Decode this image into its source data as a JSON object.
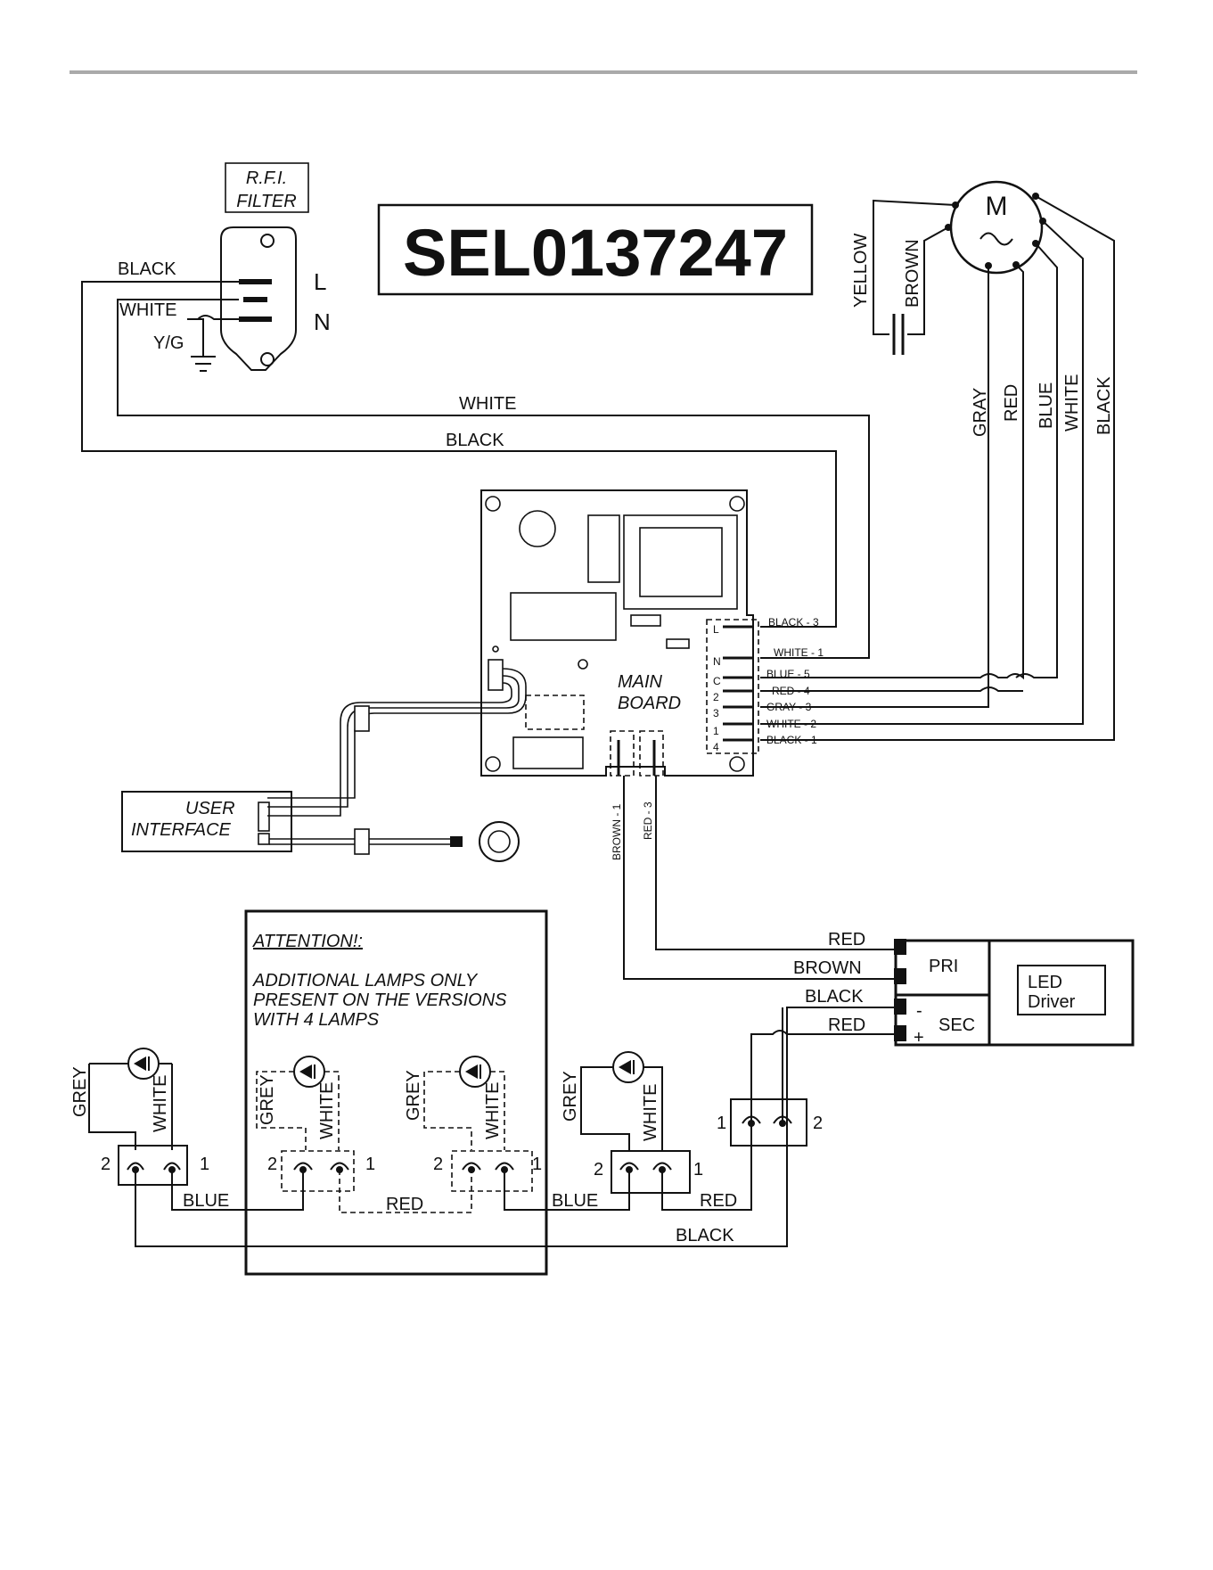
{
  "model_code": "SEL0137247",
  "rfi_filter": {
    "title_line1": "R.F.I.",
    "title_line2": "FILTER",
    "terminal_l": "L",
    "terminal_n": "N"
  },
  "filter_wires": {
    "black": "BLACK",
    "white": "WHITE",
    "yg": "Y/G"
  },
  "main_wires": {
    "white": "WHITE",
    "black": "BLACK"
  },
  "motor": {
    "symbol": "M",
    "cap_labels": [
      "YELLOW",
      "BROWN"
    ],
    "lead_labels": [
      "GRAY",
      "RED",
      "BLUE",
      "WHITE",
      "BLACK"
    ]
  },
  "main_board": {
    "label_line1": "MAIN",
    "label_line2": "BOARD",
    "pin_marks": [
      "L",
      "N",
      "C",
      "2",
      "3",
      "1",
      "4"
    ],
    "connectors": [
      "BLACK - 3",
      "WHITE - 1",
      "BLUE - 5",
      "RED - 4",
      "GRAY - 3",
      "WHITE - 2",
      "BLACK - 1"
    ],
    "bottom_connectors": [
      "BROWN - 1",
      "RED - 3"
    ]
  },
  "user_interface": {
    "line1": "USER",
    "line2": "INTERFACE"
  },
  "led_driver": {
    "pri": "PRI",
    "sec": "SEC",
    "title_line1": "LED",
    "title_line2": "Driver",
    "minus": "-",
    "plus": "+",
    "inputs": [
      "RED",
      "BROWN"
    ],
    "outputs": [
      "BLACK",
      "RED"
    ]
  },
  "attention": {
    "title": "ATTENTION!:",
    "line1": "ADDITIONAL LAMPS ONLY",
    "line2": "PRESENT ON THE VERSIONS",
    "line3": "WITH 4 LAMPS"
  },
  "lamps": {
    "lead_grey": "GREY",
    "lead_white": "WHITE",
    "pin_1": "1",
    "pin_2": "2"
  },
  "lamp_wires": {
    "blue_left": "BLUE",
    "red_mid": "RED",
    "blue_right": "BLUE",
    "red_right": "RED",
    "black": "BLACK"
  }
}
